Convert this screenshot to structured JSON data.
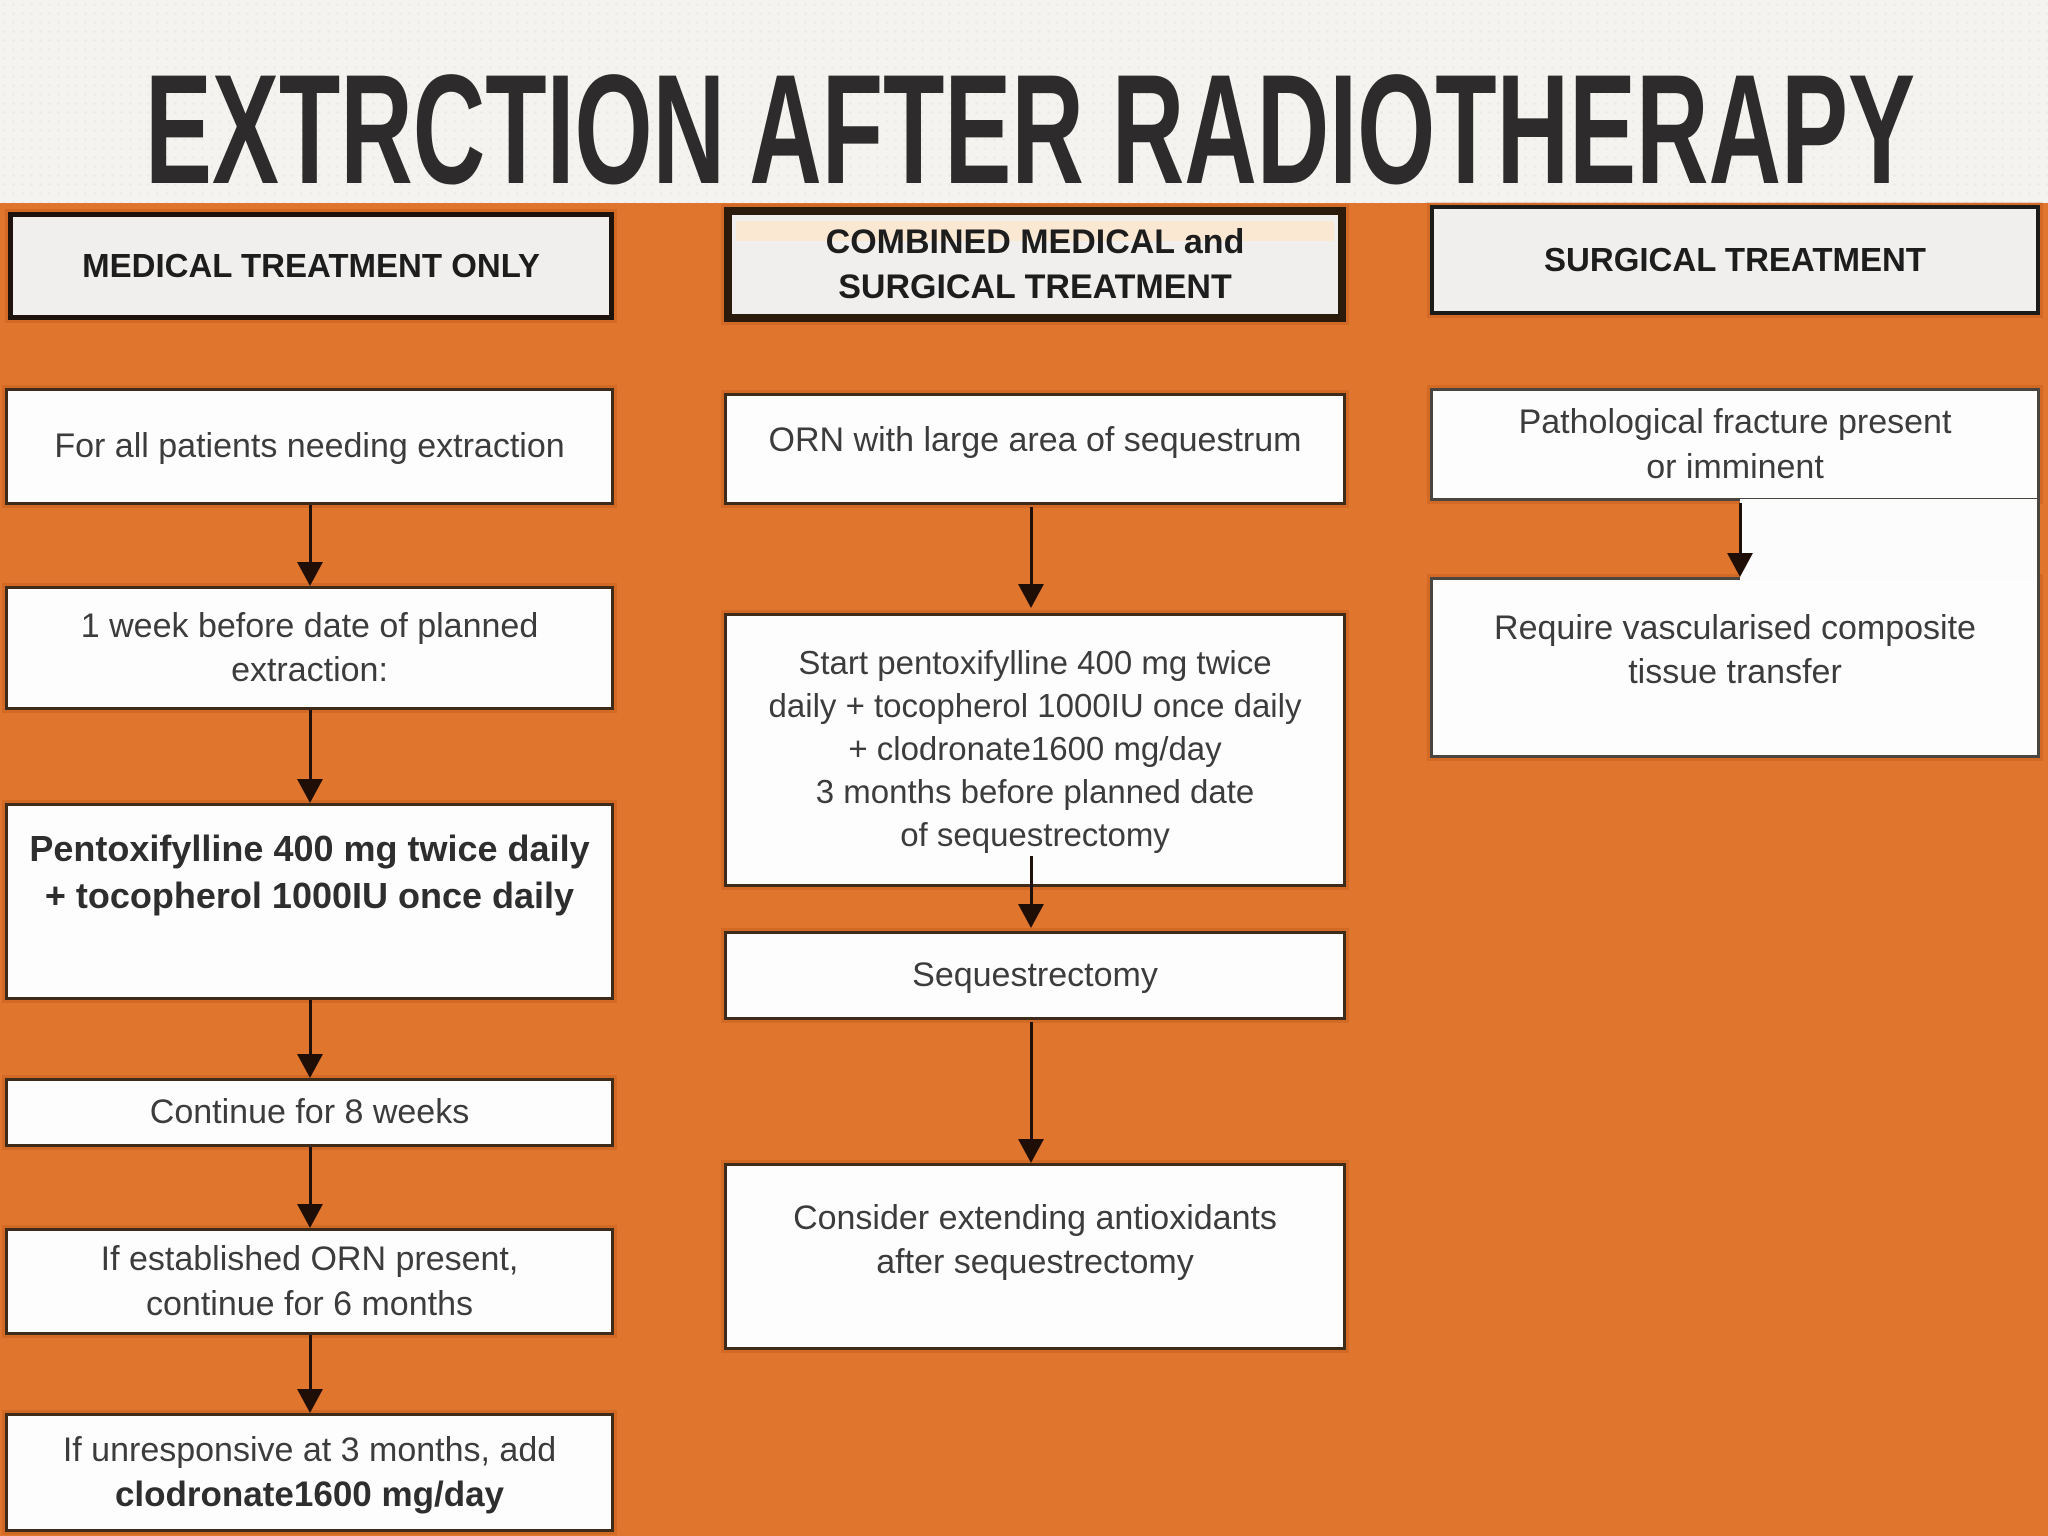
{
  "title": "EXTRCTION AFTER RADIOTHERAPY",
  "columns": {
    "medical": {
      "header": "MEDICAL TREATMENT ONLY",
      "box1": "For all patients needing extraction",
      "box2": "1 week before date of planned extraction:",
      "box3": "Pentoxifylline 400 mg twice daily + tocopherol 1000IU once daily",
      "box4": "Continue for 8 weeks",
      "box5": "If established ORN present, continue for 6 months",
      "box6_line1": "If unresponsive at 3 months, add",
      "box6_line2": "clodronate1600 mg/day"
    },
    "combined": {
      "header": "COMBINED MEDICAL and SURGICAL TREATMENT",
      "box1": "ORN with large area of sequestrum",
      "box2_lines": [
        "Start pentoxifylline 400 mg twice",
        "daily + tocopherol 1000IU once daily",
        "+ clodronate1600 mg/day",
        "3 months before planned date",
        "of sequestrectomy"
      ],
      "box3": "Sequestrectomy",
      "box4": "Consider extending antioxidants after sequestrectomy"
    },
    "surgical": {
      "header": "SURGICAL TREATMENT",
      "box1": "Pathological fracture present or imminent",
      "box2": "Require vascularised composite tissue transfer"
    }
  },
  "colors": {
    "background_orange": "#E0752D",
    "title_band": "#F4F3F0",
    "box_fill": "#FDFDFD",
    "header_fill": "#F0EFED",
    "border_dark": "#3E2B1A",
    "arrow": "#20100A",
    "text": "#3C3C3C",
    "title_text": "#2D2B2B"
  }
}
